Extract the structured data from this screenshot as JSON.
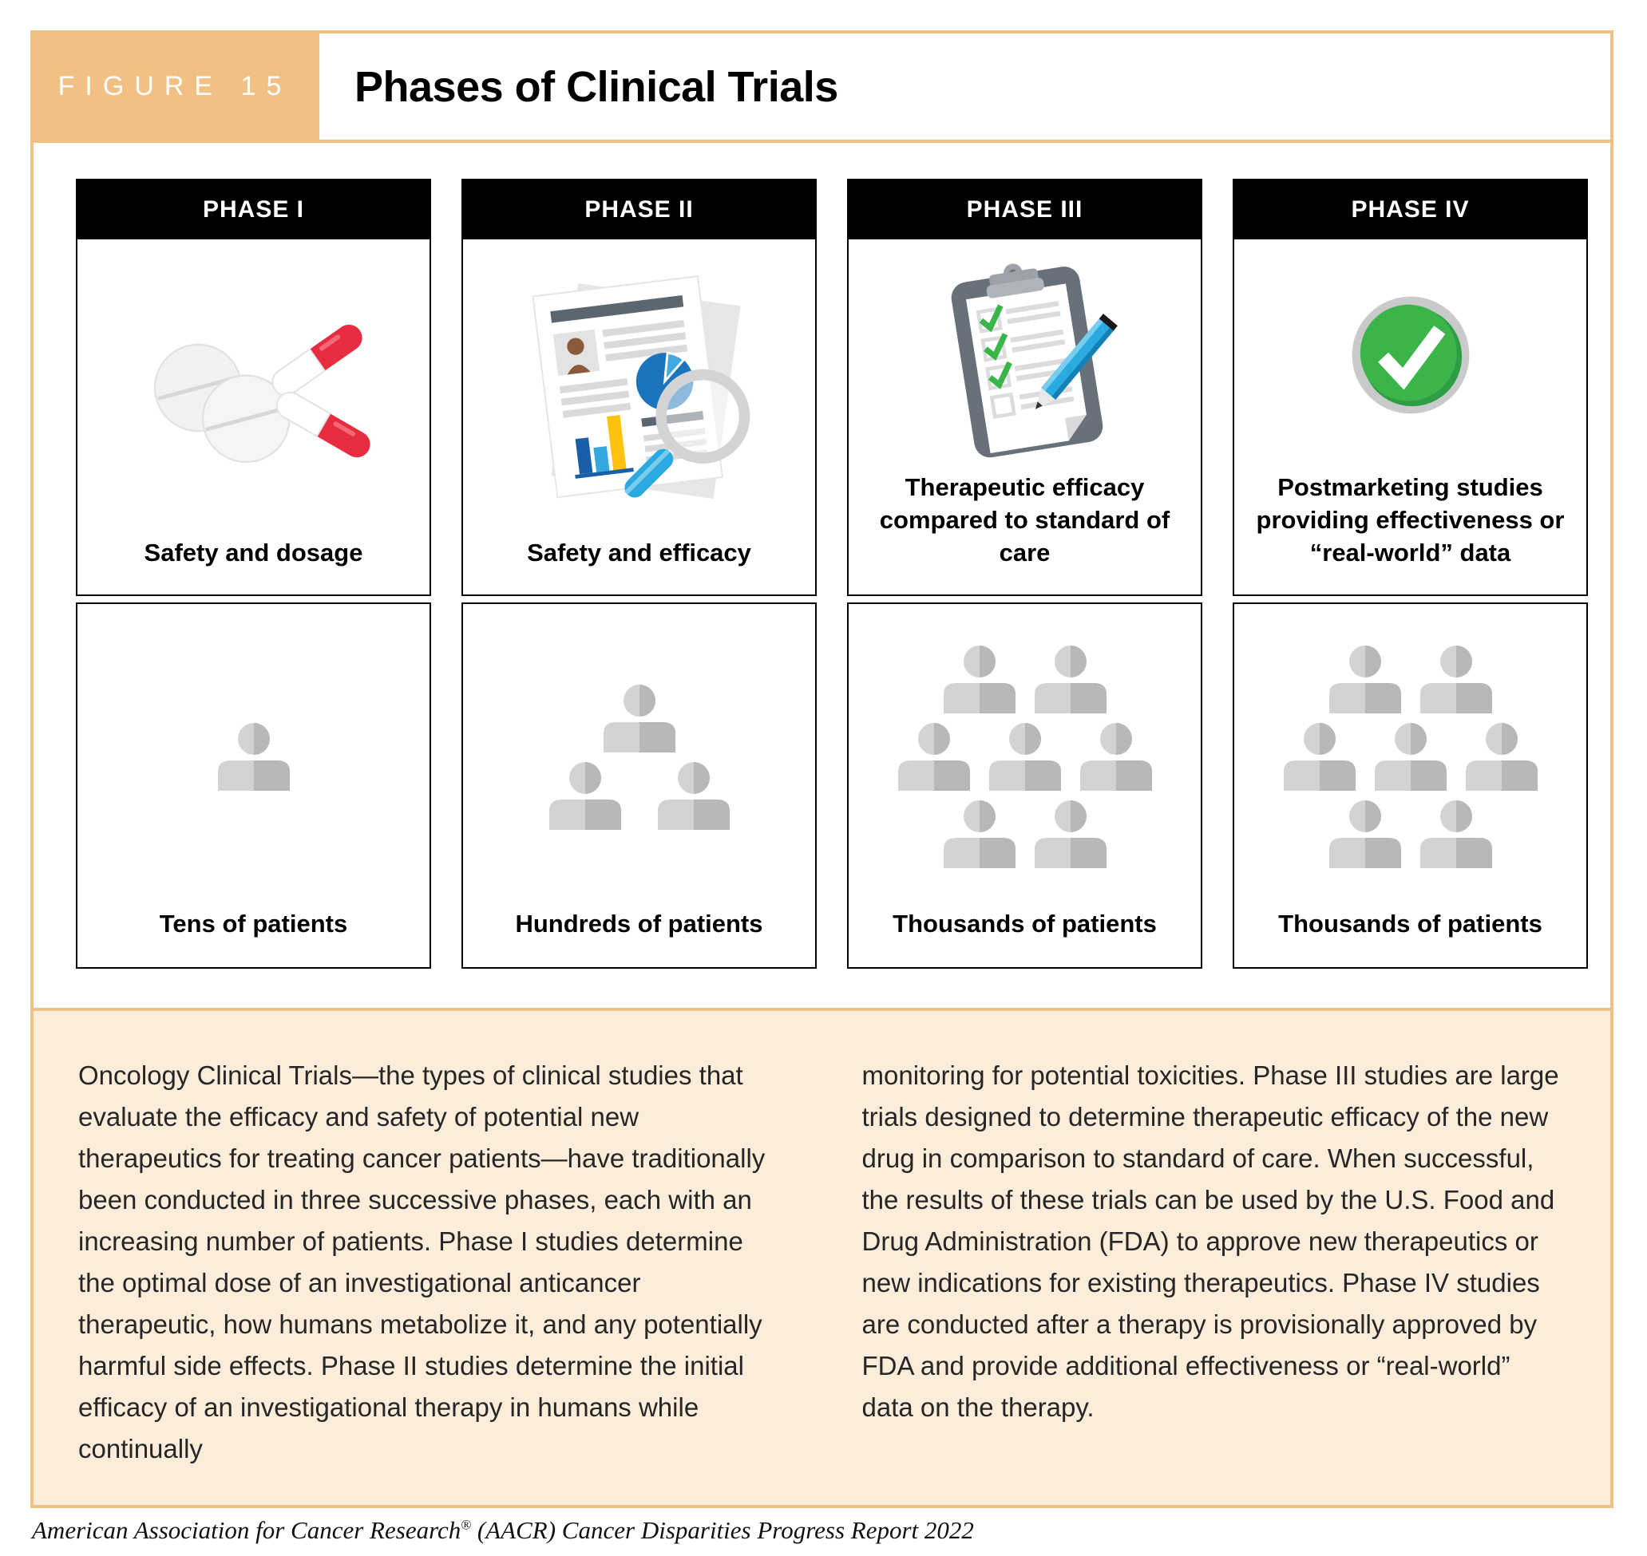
{
  "figure": {
    "label": "FIGURE 15",
    "title": "Phases of Clinical Trials"
  },
  "phases": [
    {
      "name": "PHASE I",
      "icon": "pills-icon",
      "description": "Safety and dosage",
      "patients": "Tens of patients",
      "people_rows": [
        1
      ]
    },
    {
      "name": "PHASE II",
      "icon": "report-magnifier-icon",
      "description": "Safety and efficacy",
      "patients": "Hundreds of patients",
      "people_rows": [
        1,
        2
      ]
    },
    {
      "name": "PHASE III",
      "icon": "clipboard-checklist-icon",
      "description": "Therapeutic efficacy compared to standard of care",
      "patients": "Thousands of patients",
      "people_rows": [
        2,
        3,
        2
      ]
    },
    {
      "name": "PHASE IV",
      "icon": "check-circle-icon",
      "description": "Postmarketing studies providing effectiveness or “real-world” data",
      "patients": "Thousands of patients",
      "people_rows": [
        2,
        3,
        2
      ]
    }
  ],
  "body_text": {
    "left": "Oncology Clinical Trials—the types of clinical studies that evaluate the efficacy and safety of potential new therapeutics for treating cancer patients—have traditionally been conducted in three successive phases, each with an increasing number of patients. Phase I studies determine the optimal dose of an investigational anticancer therapeutic, how humans metabolize it, and any potentially harmful side effects. Phase II studies determine the initial efficacy of an investigational therapy in humans while continually",
    "right": "monitoring for potential toxicities. Phase III studies are large trials designed to determine therapeutic efficacy of the new drug in comparison to standard of care. When successful, the results of these trials can be used by the U.S. Food and Drug Administration (FDA) to approve new therapeutics or new indications for existing therapeutics. Phase IV studies are conducted after a therapy is provisionally approved by FDA and provide additional effectiveness or “real-world” data on the therapy."
  },
  "footer": {
    "text_before_reg": "American Association for Cancer Research",
    "registered_mark": "®",
    "text_after_reg": " (AACR) Cancer Disparities Progress Report 2022"
  },
  "colors": {
    "accent_orange": "#F0C183",
    "panel_beige": "#FBEDDA",
    "header_black": "#000000",
    "person_light": "#D2D3D5",
    "person_dark": "#B7B8BA",
    "check_green": "#3BB54A",
    "check_green_dark": "#2E9E44",
    "blue_pencil_handle": "#29ABE2",
    "pie_blue": "#1C75BC",
    "pie_wedge_blue": "#41A9E0",
    "bar_dark_blue": "#1B5EA8",
    "bar_yellow": "#FFC20E",
    "capsule_red": "#E82C3F",
    "clipboard_slate": "#68717A",
    "doc_gray": "#5B6670"
  }
}
